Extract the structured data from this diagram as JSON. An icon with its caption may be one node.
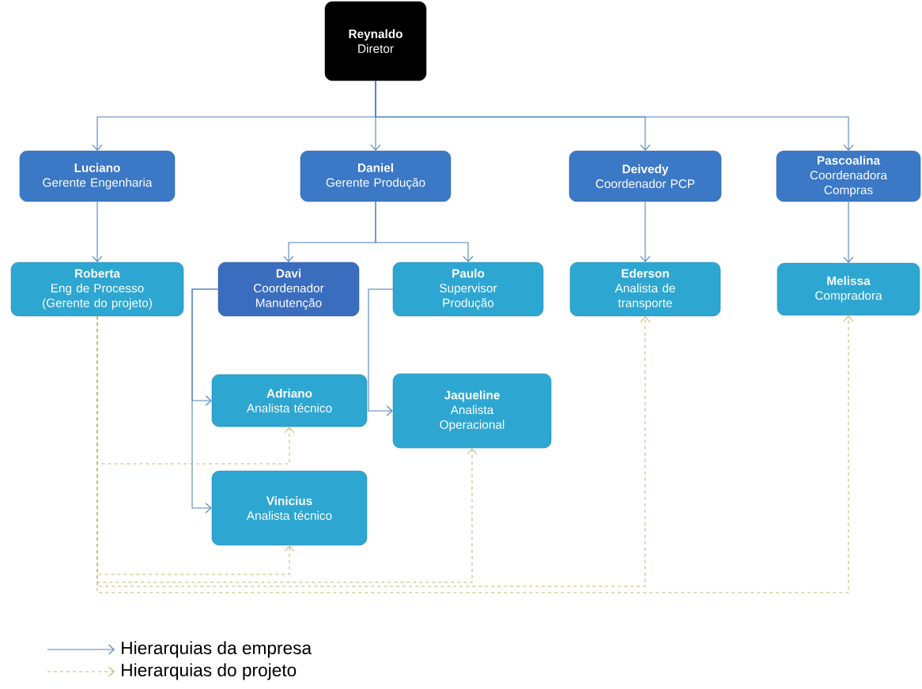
{
  "diagram": {
    "nodes": [
      {
        "text": [
          "Reynaldo",
          "Diretor"
        ]
      },
      {
        "text": [
          "Luciano",
          "Gerente Engenharia"
        ]
      },
      {
        "text": [
          "Daniel",
          "Gerente Produção"
        ]
      },
      {
        "text": [
          "Deivedy",
          "Coordenador PCP"
        ]
      },
      {
        "text": [
          "Pascoalina",
          "Coordenadora Compras"
        ]
      },
      {
        "text": [
          "Roberta",
          "Eng de Processo (Gerente do projeto)"
        ]
      },
      {
        "text": [
          "Davi",
          "Coordenador Manutenção"
        ]
      },
      {
        "text": [
          "Paulo",
          "Supervisor Produção"
        ]
      },
      {
        "text": [
          "Ederson",
          "Analista de transporte"
        ]
      },
      {
        "text": [
          "Melissa",
          "Compradora"
        ]
      },
      {
        "text": [
          "Adriano",
          "Analista técnico"
        ]
      },
      {
        "text": [
          "Jaqueline",
          "Analista Operacional"
        ]
      },
      {
        "text": [
          "Vinicius",
          "Analista técnico"
        ]
      }
    ],
    "edges": [
      {
        "from": 0,
        "to": 1,
        "arrow": "to"
      },
      {
        "from": 0,
        "to": 2,
        "arrow": "to"
      },
      {
        "from": 0,
        "to": 3,
        "arrow": "to"
      },
      {
        "from": 0,
        "to": 4,
        "arrow": "to"
      },
      {
        "from": 1,
        "to": 5,
        "arrow": "to"
      },
      {
        "from": 2,
        "to": 6,
        "arrow": "to"
      },
      {
        "from": 2,
        "to": 7,
        "arrow": "to"
      },
      {
        "from": 3,
        "to": 8,
        "arrow": "to"
      },
      {
        "from": 4,
        "to": 9,
        "arrow": "to"
      },
      {
        "from": 6,
        "to": 10,
        "arrow": "to"
      },
      {
        "from": 6,
        "to": 12,
        "arrow": "to"
      },
      {
        "from": 7,
        "to": 11,
        "arrow": "to"
      },
      {
        "from": 5,
        "to": 10,
        "arrow": "to",
        "style": "dashed",
        "color": "#c8b66e"
      },
      {
        "from": 5,
        "to": 12,
        "arrow": "to",
        "style": "dashed",
        "color": "#c8b66e"
      },
      {
        "from": 5,
        "to": 11,
        "arrow": "to",
        "style": "dashed",
        "color": "#c8b66e"
      },
      {
        "from": 5,
        "to": 8,
        "arrow": "to",
        "style": "dashed",
        "color": "#c8b66e"
      },
      {
        "from": 5,
        "to": 9,
        "arrow": "to",
        "style": "dashed",
        "color": "#c8b66e"
      }
    ],
    "legend": [
      {
        "text": "Hierarquias da empresa"
      },
      {
        "text": "Hierarquias do projeto"
      }
    ]
  }
}
